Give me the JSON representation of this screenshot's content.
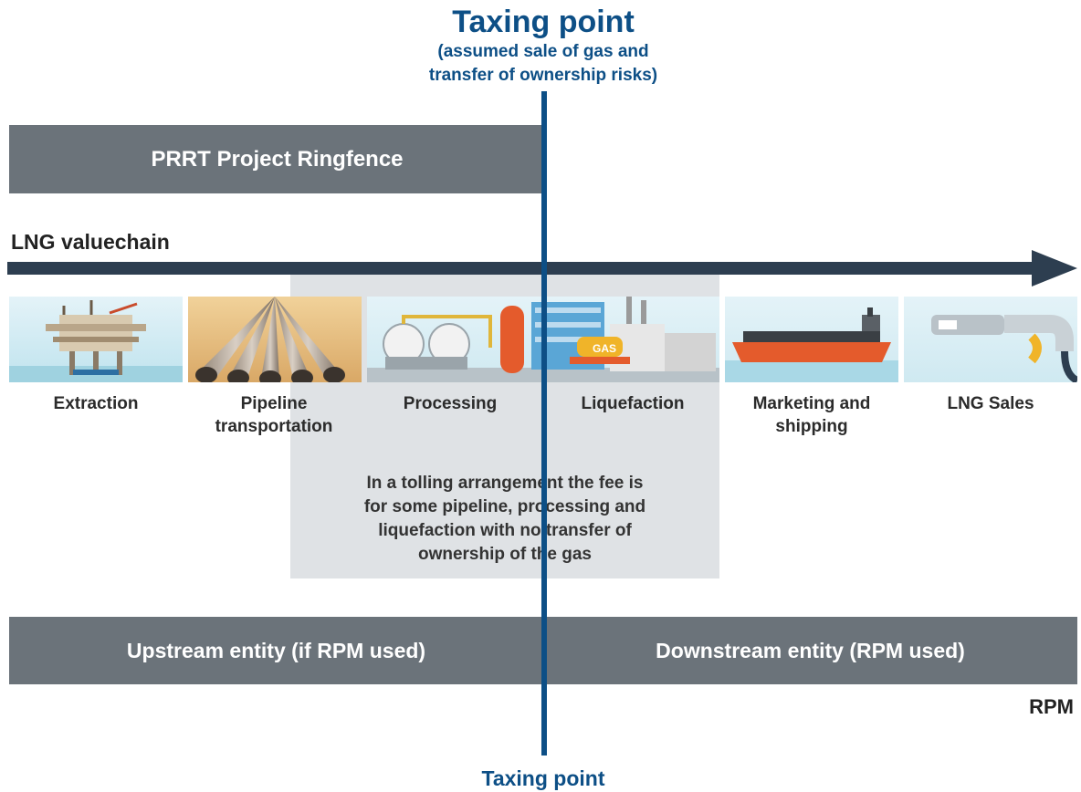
{
  "taxing_point": {
    "title": "Taxing point",
    "subtitle_line1": "(assumed sale of gas and",
    "subtitle_line2": "transfer of ownership risks)",
    "bottom_label": "Taxing point",
    "color": "#0d4f86"
  },
  "ringfence": {
    "label": "PRRT Project Ringfence",
    "color": "#6b737a"
  },
  "valuechain": {
    "label": "LNG valuechain",
    "arrow_color": "#2d3e50"
  },
  "stages": [
    {
      "label_line1": "Extraction",
      "label_line2": "",
      "icon": "offshore-platform-icon"
    },
    {
      "label_line1": "Pipeline",
      "label_line2": "transportation",
      "icon": "pipeline-icon"
    },
    {
      "label_line1": "Processing",
      "label_line2": "",
      "icon": "processing-plant-icon"
    },
    {
      "label_line1": "Liquefaction",
      "label_line2": "",
      "icon": "liquefaction-plant-icon",
      "tank_text": "GAS"
    },
    {
      "label_line1": "Marketing and",
      "label_line2": "shipping",
      "icon": "lng-ship-icon"
    },
    {
      "label_line1": "LNG Sales",
      "label_line2": "",
      "icon": "fuel-nozzle-icon"
    }
  ],
  "tolling": {
    "line1": "In a tolling arrangement the fee is",
    "line2": "for some pipeline, processing and",
    "line3": "liquefaction with no transfer of",
    "line4": "ownership of the gas",
    "color": "#dfe2e5"
  },
  "entities": {
    "upstream": "Upstream entity (if RPM used)",
    "downstream": "Downstream entity (RPM used)",
    "rpm_label": "RPM"
  }
}
